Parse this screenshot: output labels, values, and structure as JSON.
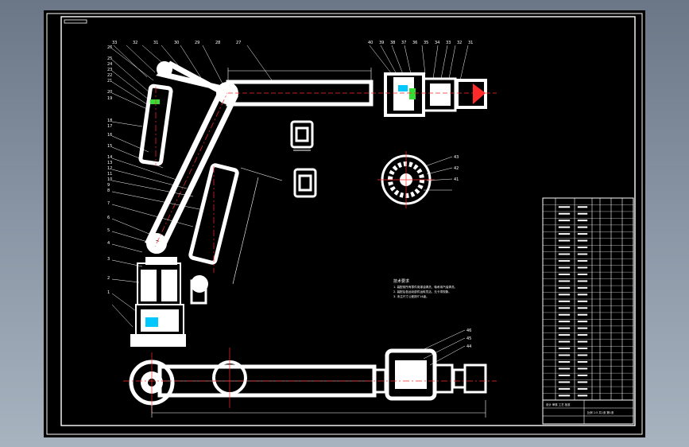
{
  "viewport": {
    "name": "cad-drawing-viewer"
  },
  "colors": {
    "background": "#000000",
    "frame": "#ffffff",
    "center_line": "#ff2a2a",
    "accent_cyan": "#00c8ff",
    "accent_green": "#33dd33",
    "viewer_bg": "#8a96a5"
  },
  "part_numbers_left": [
    "26",
    "25",
    "24",
    "23",
    "22",
    "21",
    "20",
    "19",
    "18",
    "17",
    "16",
    "15",
    "14",
    "13",
    "12",
    "11",
    "10",
    "9",
    "8",
    "7",
    "6",
    "5",
    "4",
    "3",
    "2",
    "1"
  ],
  "part_numbers_top": [
    "33",
    "32",
    "31",
    "30",
    "29",
    "28",
    "27"
  ],
  "part_numbers_gripper": [
    "40",
    "39",
    "38",
    "37",
    "36",
    "35",
    "34",
    "33",
    "32",
    "31"
  ],
  "part_numbers_flange": [
    "43",
    "42",
    "41"
  ],
  "part_numbers_bottom_view": [
    "46",
    "45",
    "44"
  ],
  "technical_requirements": {
    "title": "技术要求",
    "lines": [
      "1. 装配前所有零件用煤油清洗，轴承用汽油清洗。",
      "2. 装配后各运动部件运转灵活，无卡滞现象。",
      "3. 未注尺寸公差按IT14级。"
    ]
  },
  "title_block": {
    "part_rows": 30,
    "designer_row": "设计  审核  工艺  批准",
    "scale_row": "比例 1:5  共1张 第1张"
  }
}
